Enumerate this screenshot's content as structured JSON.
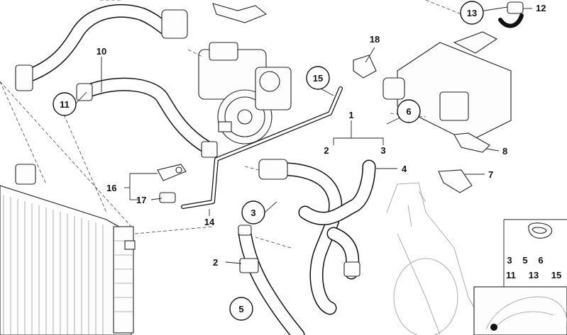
{
  "callouts": {
    "c1": "1",
    "c2a": "2",
    "c3a": "3",
    "c4": "4",
    "c6": "6",
    "c7": "7",
    "c8": "8",
    "c10": "10",
    "c11": "11",
    "c12": "12",
    "c13": "13",
    "c14": "14",
    "c15": "15",
    "c16": "16",
    "c17": "17",
    "c18": "18",
    "c3b": "3",
    "c2b": "2",
    "c5": "5"
  },
  "legend": {
    "row1": [
      "3",
      "5",
      "6"
    ],
    "row2": [
      "11",
      "13",
      "15"
    ]
  }
}
